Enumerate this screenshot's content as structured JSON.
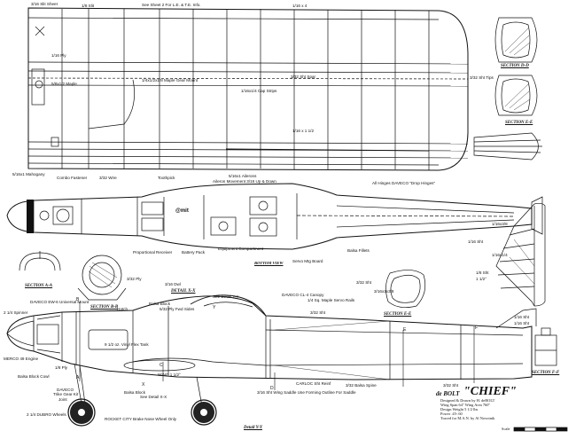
{
  "wing_labels": {
    "sheet_top": "3/16 Slit Sheet",
    "slit": "1/8 Slit",
    "sheet_note": "See Sheet 2 For L.E. & T.E. Info.",
    "ply_1_16": "1/16 Ply",
    "maple": "5/8x1/2 Maple",
    "gear_mount": "1/4x1/2x1/8 Maple Gear Mount",
    "cap_strips": "1/16x1/4 Cap Strips",
    "spar": "3/32 Sht Spar",
    "fraction": "1/16 x 1 1/2",
    "top_tips": "1/16 x 4",
    "tips": "3/32 Sht Tips",
    "mahogany": "5/16x1 Mahogany",
    "combo_fastener": "Combo Fastener",
    "wire": "3/32 Wire",
    "toothpick": "Toothpick",
    "ailerons": "5/16x1 Ailerons",
    "aileron_movement": "Aileron Movement 3/16 Up & Down",
    "hinges": "All Hinges DAVECO \"Drop Hinges\""
  },
  "bottom_view_labels": {
    "title": "BOTTOM VIEW",
    "receiver": "Proportional Receiver",
    "battery": "Battery Pack",
    "equipment": "Equipment Compartment",
    "servo_board": "Servo Mtg Board",
    "fillets": "Balsa Fillets",
    "brand": "@mit"
  },
  "fuselage_labels": {
    "spinner": "2 1/4 Spinner",
    "daveco": "DAVECO EW-6 Universal Mount",
    "merco": "MERCO 49 Engine",
    "cowl": "Balsa Block Cowl",
    "ply_1_8": "1/8 Ply",
    "daveco2": "DAVECO",
    "trike": "Trike Gear Kit",
    "joint": "Joint",
    "wheels": "2 1/4 DUBRO Wheels",
    "rocket": "ROCKET CITY Brake Nose Wheel Only",
    "balsa_block": "Balsa Block",
    "section_xx": "See Detail X-X",
    "tank": "9 1/2 oz. Vinyl Flex Tank",
    "hatch": "Hatch",
    "balsa_block2": "Balsa Block",
    "pushrod_guide": "5/32 Ply Fwd Sides",
    "see_yy": "See Detail Y-Y",
    "canopy": "DAVECO CL-4 Canopy",
    "servo_rails": "1/4 Sq. Maple Servo Rails",
    "wing_guide": "3/16 Sht Wing Saddle Use Forming Outline For Saddle",
    "nyrods": "CARLOC Sht Reinf",
    "balsa_spine": "3/32 Balsa Spine",
    "sht_3_32": "3/32 Sht",
    "sht_3_32b": "3/32 Sht",
    "wing_1_deg": "WING 1 1/2°",
    "detail_xx": "DETAIL X-X",
    "dowel": "3/16 Dwl",
    "ply_3_32": "3/32 Ply",
    "detail_yy": "Detail Y-Y",
    "tail_1_deg": "1 1/2°",
    "tail_sht": "1/8 Sht",
    "sht_1_16": "1/16 Sht",
    "tail_1_8": "1/16x3/8",
    "tail_1_16": "1/16x1/4",
    "cross_3_16": "3/16x3x3/8",
    "sht_3_32c": "3/32 Sht",
    "tail_sht2": "1/16 Sht",
    "tail_sht3": "1/16 Sht"
  },
  "section_titles": {
    "dd": "SECTION D-D",
    "ee": "SECTION E-E",
    "aa": "SECTION A-A",
    "bb": "SECTION B-B",
    "ee2": "SECTION E-E",
    "ff": "SECTION F-F"
  },
  "section_letters": {
    "a": "A",
    "b": "B",
    "c": "C",
    "d": "D",
    "e": "E",
    "f": "F",
    "x": "X",
    "y": "Y"
  },
  "title_block": {
    "prefix": "de BOLT",
    "name": "\"CHIEF\"",
    "line1": "Designed & Drawn by H. deBOLT",
    "line2": "Wing Span 64\"    Wing Area 760\"",
    "line3": "Design Weight 5 1/2 lbs",
    "line4": "Power .45-.60",
    "line5": "Traced for M.A.N. by Al Novotnik",
    "scale": "Scale"
  },
  "colors": {
    "ink": "#111111",
    "paper": "#ffffff",
    "grey": "#9a9a9a"
  }
}
